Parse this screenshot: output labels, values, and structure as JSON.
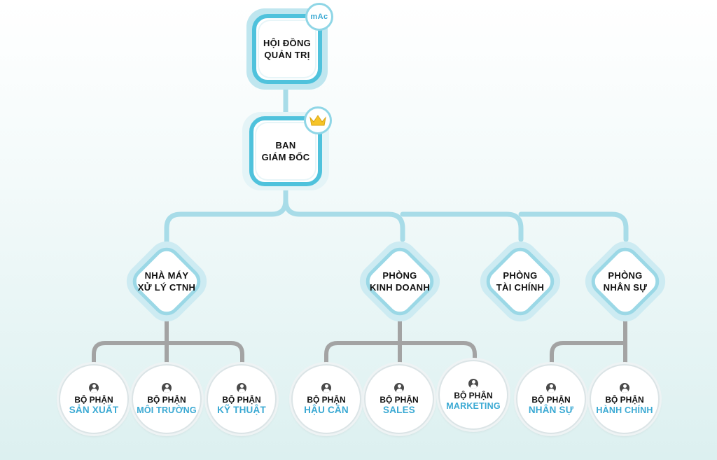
{
  "colors": {
    "connector_blue": "#a8dce8",
    "connector_gray": "#a3a3a3",
    "box_border": "#4fc2dc",
    "name_blue": "#3aa9d3"
  },
  "board": {
    "line1": "HỘI ĐỒNG",
    "line2": "QUẢN TRỊ",
    "logo_text": "mAc"
  },
  "directors": {
    "line1": "BAN",
    "line2": "GIÁM ĐỐC",
    "icon": "crown-icon"
  },
  "divisions": [
    {
      "line1": "NHÀ MÁY",
      "line2": "XỬ LÝ CTNH"
    },
    {
      "line1": "PHÒNG",
      "line2": "KINH DOANH"
    },
    {
      "line1": "PHÒNG",
      "line2": "TÀI CHÍNH"
    },
    {
      "line1": "PHÒNG",
      "line2": "NHÂN SỰ"
    }
  ],
  "departments": [
    {
      "label": "BỘ PHẬN",
      "name": "SẢN XUẤT",
      "icon": "person-icon"
    },
    {
      "label": "BỘ PHẬN",
      "name": "MÔI TRƯỜNG",
      "icon": "person-icon"
    },
    {
      "label": "BỘ PHẬN",
      "name": "KỸ THUẬT",
      "icon": "person-icon"
    },
    {
      "label": "BỘ PHẬN",
      "name": "HẬU CẦN",
      "icon": "person-icon"
    },
    {
      "label": "BỘ PHẬN",
      "name": "SALES",
      "icon": "person-icon"
    },
    {
      "label": "BỘ PHẬN",
      "name": "MARKETING",
      "icon": "person-icon"
    },
    {
      "label": "BỘ PHẬN",
      "name": "NHÂN SỰ",
      "icon": "person-icon"
    },
    {
      "label": "BỘ PHẬN",
      "name": "HÀNH CHÍNH",
      "icon": "person-icon"
    }
  ]
}
